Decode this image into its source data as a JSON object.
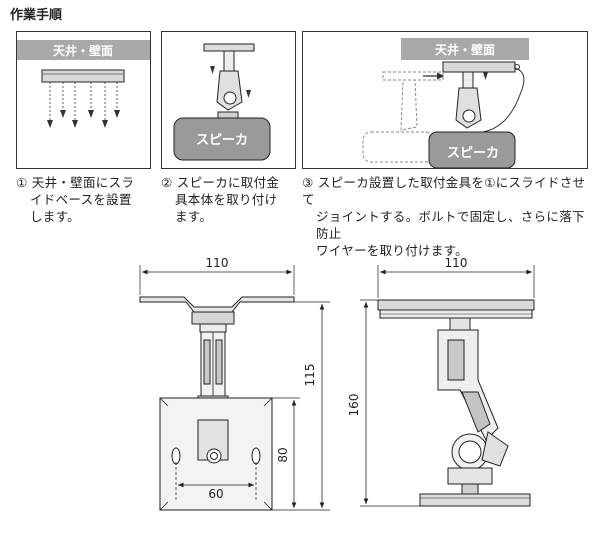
{
  "title": "作業手順",
  "labels": {
    "ceiling_wall": "天井・壁面",
    "speaker": "スピーカ"
  },
  "steps": [
    {
      "num": "①",
      "lines": [
        "天井・壁面にスラ",
        "イドベースを設置",
        "します。"
      ]
    },
    {
      "num": "②",
      "lines": [
        "スピーカに取付金",
        "具本体を取り付け",
        "ます。"
      ]
    },
    {
      "num": "③",
      "lines": [
        "スピーカ設置した取付金具を①にスライドさせて",
        "ジョイントする。ボルトで固定し、さらに落下防止",
        "ワイヤーを取り付けます。"
      ]
    }
  ],
  "dimensions": {
    "front_width": "110",
    "side_width": "110",
    "arm_height": "115",
    "total_height": "160",
    "plate_height": "80",
    "plate_hole_pitch": "60"
  },
  "colors": {
    "label_bg": "#a9a9a9",
    "speaker_fill": "#9a9a9a",
    "metal_light": "#e6e6e6",
    "metal_mid": "#c9c9c9",
    "line": "#222222"
  }
}
